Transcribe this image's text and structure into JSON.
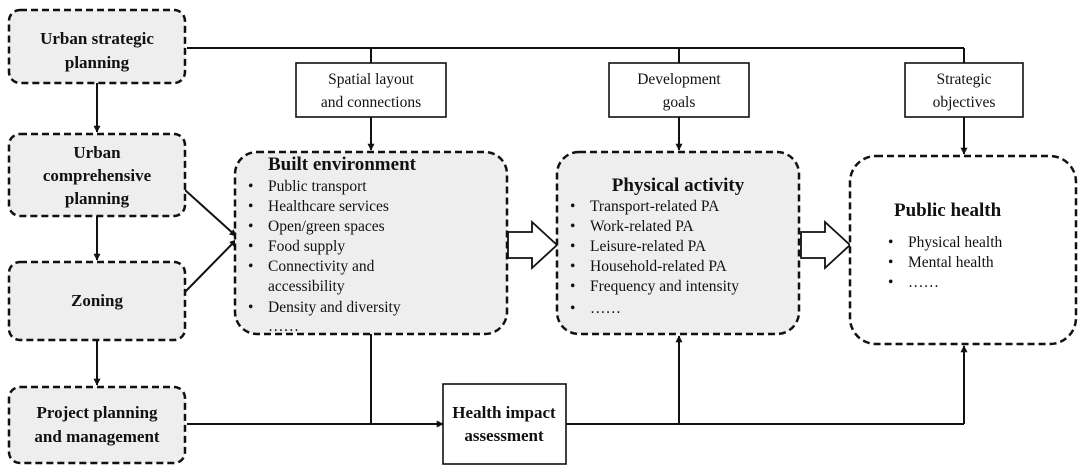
{
  "planning": {
    "strategic": [
      "Urban strategic",
      "planning"
    ],
    "comprehensive": [
      "Urban",
      "comprehensive",
      "planning"
    ],
    "zoning": [
      "Zoning"
    ],
    "project": [
      "Project planning",
      "and management"
    ]
  },
  "labels": {
    "spatial": [
      "Spatial layout",
      "and connections"
    ],
    "development": [
      "Development",
      "goals"
    ],
    "strategic": [
      "Strategic",
      "objectives"
    ]
  },
  "built_environment": {
    "title": "Built environment",
    "items": [
      "Public transport",
      "Healthcare services",
      "Open/green spaces",
      "Food supply",
      "Connectivity and",
      "accessibility",
      "Density and diversity",
      "……"
    ]
  },
  "physical_activity": {
    "title": "Physical activity",
    "items": [
      "Transport-related PA",
      "Work-related PA",
      "Leisure-related PA",
      "Household-related PA",
      "Frequency and intensity",
      "……"
    ]
  },
  "public_health": {
    "title": "Public health",
    "items": [
      "Physical health",
      "Mental health",
      "……"
    ]
  },
  "hia": [
    "Health impact",
    "assessment"
  ],
  "bullet": "•"
}
